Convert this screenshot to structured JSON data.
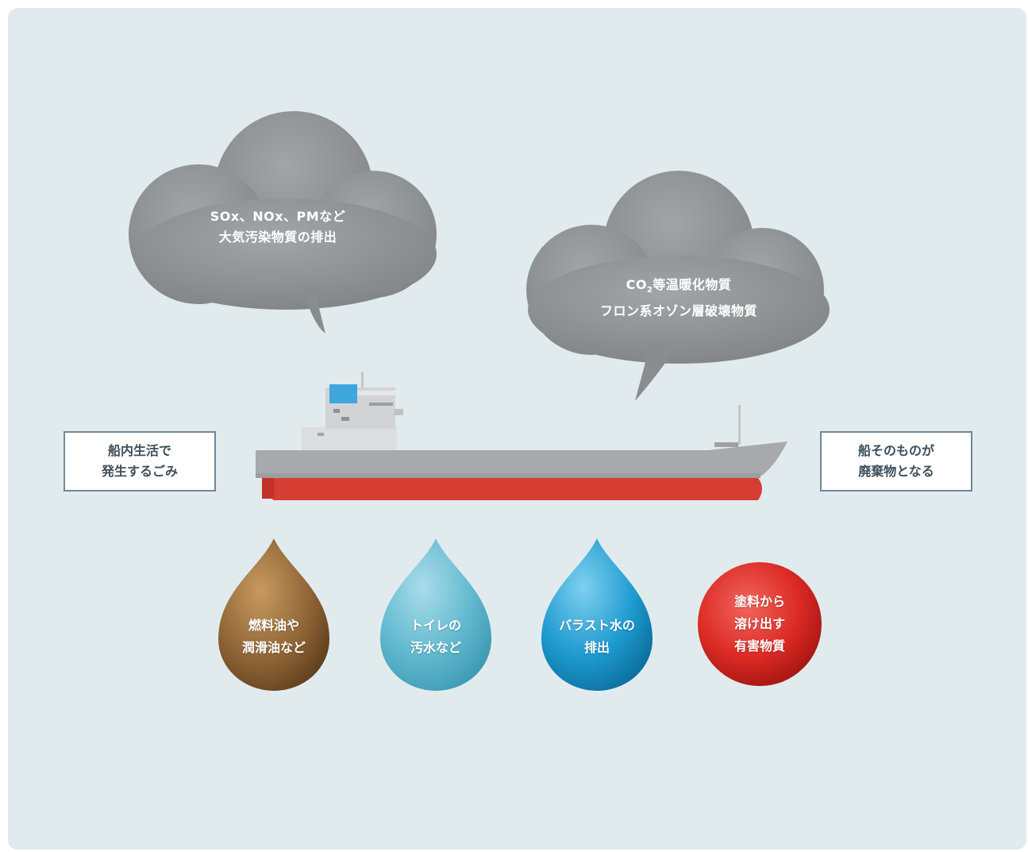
{
  "clouds": [
    {
      "line1": "SOx、NOx、PMなど",
      "line2": "大気汚染物質の排出"
    },
    {
      "line1_prefix": "CO",
      "line1_sub": "2",
      "line1_suffix": "等温暖化物質",
      "line2": "フロン系オゾン層破壊物質"
    }
  ],
  "boxes": {
    "left": {
      "line1": "船内生活で",
      "line2": "発生するごみ"
    },
    "right": {
      "line1": "船そのものが",
      "line2": "廃棄物となる"
    }
  },
  "drops": [
    {
      "line1": "燃料油や",
      "line2": "潤滑油など",
      "color": "#8a6236"
    },
    {
      "line1": "トイレの",
      "line2": "汚水など",
      "color": "#5fb6cc"
    },
    {
      "line1": "バラスト水の",
      "line2": "排出",
      "color": "#1f9bd0"
    }
  ],
  "circle": {
    "line1": "塗料から",
    "line2": "溶け出す",
    "line3": "有害物質",
    "color": "#d9201e"
  },
  "colors": {
    "background": "#e1ebee",
    "cloud": "#8e9194",
    "hull_top": "#a7a9ac",
    "hull_bottom": "#d63d33",
    "box_border": "#6f8897"
  }
}
